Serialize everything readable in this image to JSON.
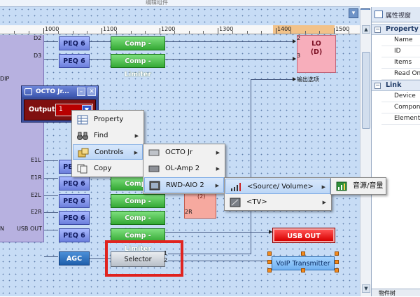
{
  "top_title": "编辑组件",
  "ruler": {
    "ticks": [
      "1000",
      "1100",
      "1200",
      "1300",
      "1400",
      "1500"
    ],
    "highlight_color": "#f2c289"
  },
  "window_buttons": [
    "chevron-down-icon",
    "close-icon"
  ],
  "right_panel": {
    "title": "属性视窗",
    "categories": [
      {
        "name": "Property",
        "items": [
          "Name",
          "ID",
          "Items",
          "Read Only"
        ]
      },
      {
        "name": "Link",
        "items": [
          "Device",
          "Component",
          "Element"
        ]
      }
    ],
    "bottom_tab": "物件树"
  },
  "left_panel": {
    "top_labels": [
      "D2",
      "D3"
    ],
    "side_text": "DIP",
    "bottom_labels": [
      "E1L",
      "E1R",
      "E2L",
      "E2R",
      "USB OUT",
      "N"
    ]
  },
  "blocks": {
    "peq_label": "PEQ 6",
    "comp_label": "Comp - Limiter",
    "lo_line1": "LO",
    "lo_line2": "(D)",
    "lo_ports": [
      "2",
      "3"
    ],
    "lo_bottom_text": "输出选项",
    "usb_out": "USB OUT",
    "agc": "AGC",
    "selector": "Selector",
    "selector_ports": [
      "1",
      "2"
    ],
    "voip": "VoIP Transmitter",
    "port_2r": "2R",
    "bits": "(2)"
  },
  "octo_window": {
    "title": "OCTO Jr...",
    "output_label": "Output",
    "output_value": "1"
  },
  "context_menu": {
    "items": [
      {
        "label": "Property",
        "icon": "table-icon",
        "has_sub": false
      },
      {
        "label": "Find",
        "icon": "binoculars-icon",
        "has_sub": true
      },
      {
        "label": "Controls",
        "icon": "controls-icon",
        "has_sub": true
      },
      {
        "label": "Copy",
        "icon": "copy-icon",
        "has_sub": false
      }
    ]
  },
  "controls_submenu": {
    "items": [
      "OCTO Jr",
      "OL-Amp 2",
      "RWD-AIO 2"
    ]
  },
  "rwd_submenu": {
    "items": [
      "<Source/ Volume>",
      "<TV>"
    ]
  },
  "source_submenu": {
    "items": [
      "音源/音量"
    ]
  }
}
